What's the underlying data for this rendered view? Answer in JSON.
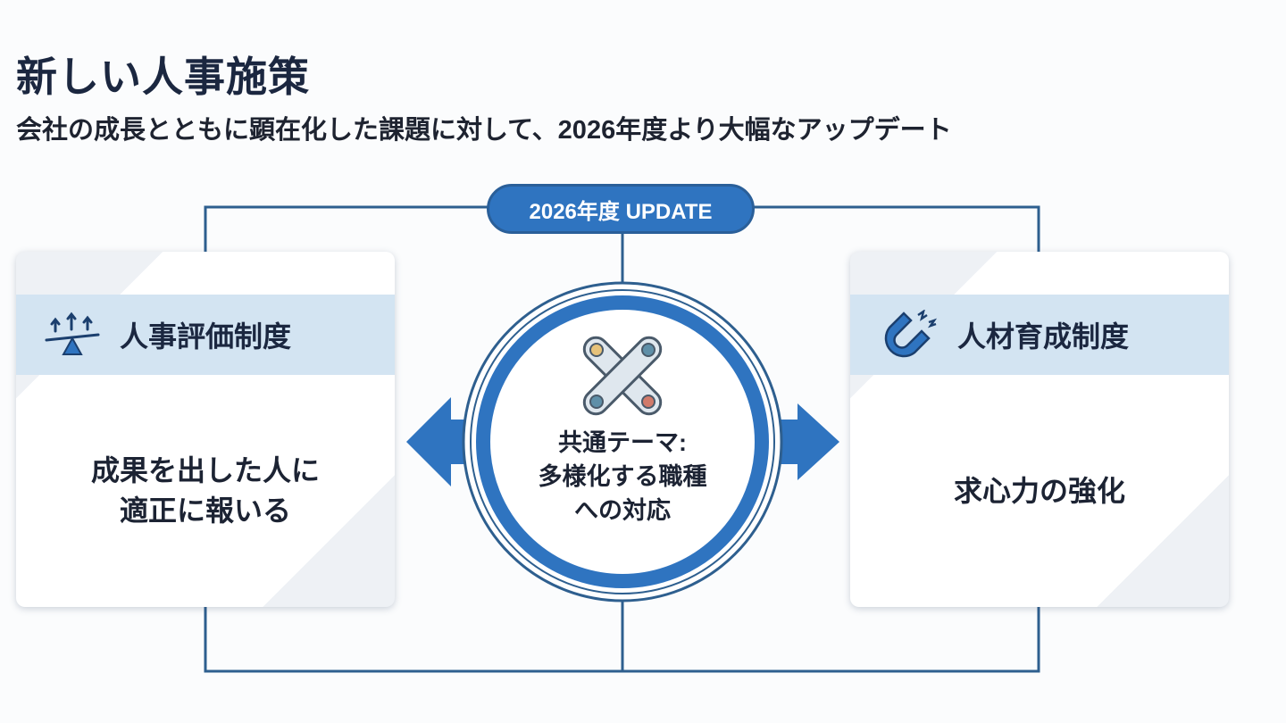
{
  "title": "新しい人事施策",
  "subtitle": "会社の成長とともに顕在化した課題に対して、2026年度より大幅なアップデート",
  "badge": "2026年度 UPDATE",
  "hub": {
    "line1": "共通テーマ:",
    "line2": "多様化する職種",
    "line3": "への対応",
    "icon": "diverse-people-cross-icon"
  },
  "left_card": {
    "title": "人事評価制度",
    "icon": "balance-scale-arrows-icon",
    "line1": "成果を出した人に",
    "line2": "適正に報いる"
  },
  "right_card": {
    "title": "人材育成制度",
    "icon": "magnet-icon",
    "line1": "求心力の強化"
  },
  "colors": {
    "accent": "#2f74c0",
    "line": "#2e5f8f",
    "header_band": "#d3e4f2",
    "title": "#1b2740"
  }
}
